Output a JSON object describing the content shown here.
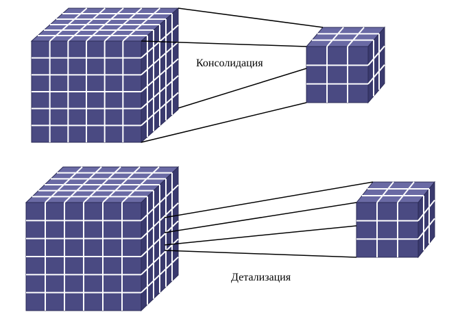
{
  "labels": {
    "consolidation": "Консолидация",
    "detailing": "Детализация"
  },
  "colors": {
    "cube_front": "#4a4a82",
    "cube_top": "#6a6aa4",
    "cube_side": "#3a3a6e",
    "cube_edge": "#2b2b55",
    "grid_line": "#ffffff",
    "connector": "#000000",
    "background": "#ffffff"
  },
  "cubes": {
    "large_top": {
      "grid": 6
    },
    "small_top": {
      "grid": 3
    },
    "large_bottom": {
      "grid": 6
    },
    "small_bottom": {
      "grid": 3
    }
  }
}
